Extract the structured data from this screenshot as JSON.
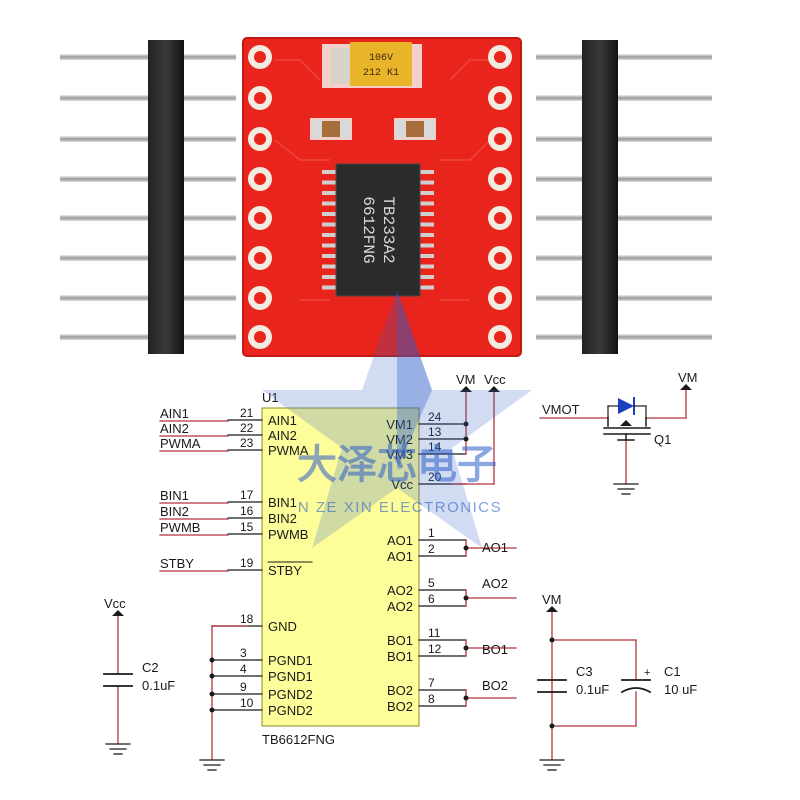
{
  "board": {
    "chip_line1": "TB233A2",
    "chip_line2": "6612FNG",
    "cap_marking_line1": "106V",
    "cap_marking_line2": "212 K1"
  },
  "schematic": {
    "ref": "U1",
    "part_name": "TB6612FNG",
    "left_pins": [
      {
        "num": "21",
        "name": "AIN1",
        "net": "AIN1"
      },
      {
        "num": "22",
        "name": "AIN2",
        "net": "AIN2"
      },
      {
        "num": "23",
        "name": "PWMA",
        "net": "PWMA"
      },
      {
        "num": "17",
        "name": "BIN1",
        "net": "BIN1"
      },
      {
        "num": "16",
        "name": "BIN2",
        "net": "BIN2"
      },
      {
        "num": "15",
        "name": "PWMB",
        "net": "PWMB"
      },
      {
        "num": "19",
        "name": "STBY",
        "net": "STBY"
      },
      {
        "num": "18",
        "name": "GND"
      },
      {
        "num": "3",
        "name": "PGND1"
      },
      {
        "num": "4",
        "name": "PGND1"
      },
      {
        "num": "9",
        "name": "PGND2"
      },
      {
        "num": "10",
        "name": "PGND2"
      }
    ],
    "right_pins": [
      {
        "num": "24",
        "name": "VM1"
      },
      {
        "num": "13",
        "name": "VM2"
      },
      {
        "num": "14",
        "name": "VM3"
      },
      {
        "num": "20",
        "name": "Vcc"
      },
      {
        "num": "1",
        "name": "AO1"
      },
      {
        "num": "2",
        "name": "AO1"
      },
      {
        "num": "5",
        "name": "AO2"
      },
      {
        "num": "6",
        "name": "AO2"
      },
      {
        "num": "11",
        "name": "BO1"
      },
      {
        "num": "12",
        "name": "BO1"
      },
      {
        "num": "7",
        "name": "BO2"
      },
      {
        "num": "8",
        "name": "BO2"
      }
    ],
    "output_nets": [
      "AO1",
      "AO2",
      "BO1",
      "BO2"
    ],
    "power_vm": "VM",
    "power_vcc": "Vcc",
    "vmot_label": "VMOT",
    "q1_ref": "Q1",
    "q1_vm": "VM",
    "c2": {
      "ref": "C2",
      "value": "0.1uF",
      "supply": "Vcc"
    },
    "c3": {
      "ref": "C3",
      "value": "0.1uF"
    },
    "c1": {
      "ref": "C1",
      "value": "10 uF"
    },
    "right_cap_supply": "VM"
  },
  "watermark": {
    "cn": "大泽芯电子",
    "en": "N ZE XIN ELECTRONICS"
  },
  "colors": {
    "pcb": "#e8241c",
    "ic_body": "#fdfd9a",
    "wire": "#b5343a",
    "watermark": "#2f5fc8"
  }
}
